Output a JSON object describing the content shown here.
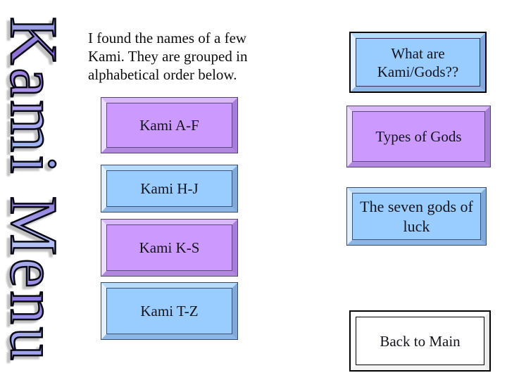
{
  "slide": {
    "wordart_title": "Kami Menu",
    "intro": {
      "lines": [
        "I found the names of a few",
        "Kami. They are grouped in",
        "alphabetical order below."
      ]
    },
    "menu_left": [
      {
        "label": "Kami A-F",
        "color": "#cc99ff"
      },
      {
        "label": "Kami H-J",
        "color": "#99ccff"
      },
      {
        "label": "Kami K-S",
        "color": "#cc99ff"
      },
      {
        "label": "Kami T-Z",
        "color": "#99ccff"
      }
    ],
    "menu_right": [
      {
        "label": "What are Kami/Gods??",
        "color": "#99ccff"
      },
      {
        "label": "Types of Gods",
        "color": "#cc99ff"
      },
      {
        "label": "The seven gods of luck",
        "color": "#99ccff"
      },
      {
        "label": "Back to Main",
        "color": "#ffffff"
      }
    ],
    "colors": {
      "button_purple": "#cc99ff",
      "button_blue": "#99ccff",
      "button_white": "#ffffff",
      "wordart_gradient_blue": "#a4c0f4",
      "wordart_gradient_purple": "#8d74da",
      "text": "#0d0d0d",
      "background": "#ffffff"
    }
  }
}
